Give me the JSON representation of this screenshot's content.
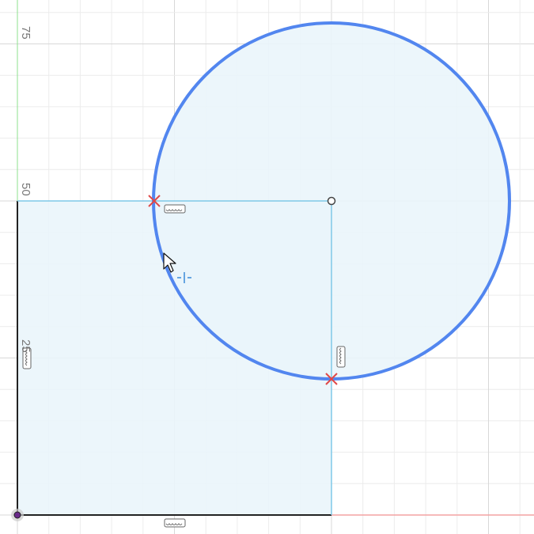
{
  "axis_labels": {
    "y_75": "75",
    "y_50": "50",
    "y_25": "25"
  },
  "colors": {
    "grid_minor": "#eeeeee",
    "grid_major": "#dcdcdc",
    "y_axis": "#8ee08e",
    "x_axis": "#f3a3a3",
    "profile_fill": "#eaf5fb",
    "line_black": "#222222",
    "line_cyan": "#7ec8e8",
    "circle_stroke": "#5286ef",
    "constraint_red": "#e04848",
    "constraint_icon": "#666666",
    "cursor_hint": "#3a8ad8"
  },
  "icons": {
    "origin": "origin-point-icon",
    "center": "center-point-icon",
    "intersection": "intersection-constraint-icon",
    "horizontal_constraint": "horizontal-constraint-icon",
    "vertical_constraint": "vertical-constraint-icon",
    "cursor": "mouse-pointer-icon",
    "cursor_hint": "vertical-snap-hint-icon"
  }
}
